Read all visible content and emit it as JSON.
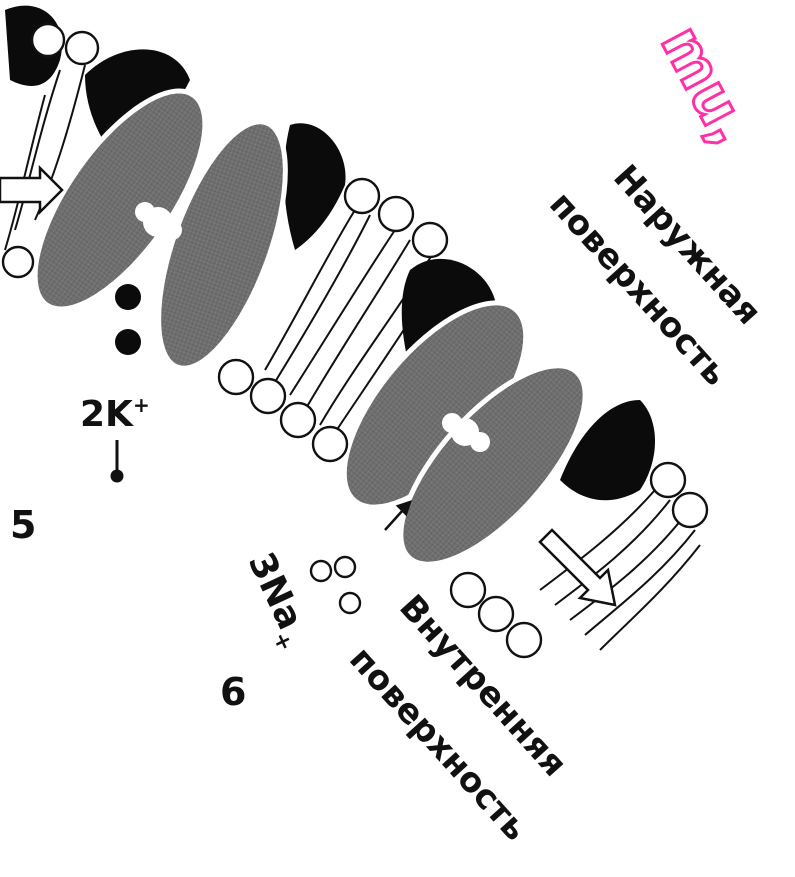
{
  "figure": {
    "panel_numbers": [
      "5",
      "6"
    ],
    "ion_labels": {
      "potassium": "2K",
      "potassium_superscript": "+",
      "sodium": "3Na",
      "sodium_superscript": "+"
    },
    "surface_labels": {
      "outer_line1": "Наружная",
      "outer_line2": "поверхность",
      "inner_line1": "Внутренняя",
      "inner_line2": "поверхность"
    },
    "watermark_fragment": "mu,",
    "colors": {
      "protein": "#6f6f6f",
      "black_protein": "#0b0b0b",
      "line": "#111111",
      "watermark": "#ff2fa8"
    }
  }
}
